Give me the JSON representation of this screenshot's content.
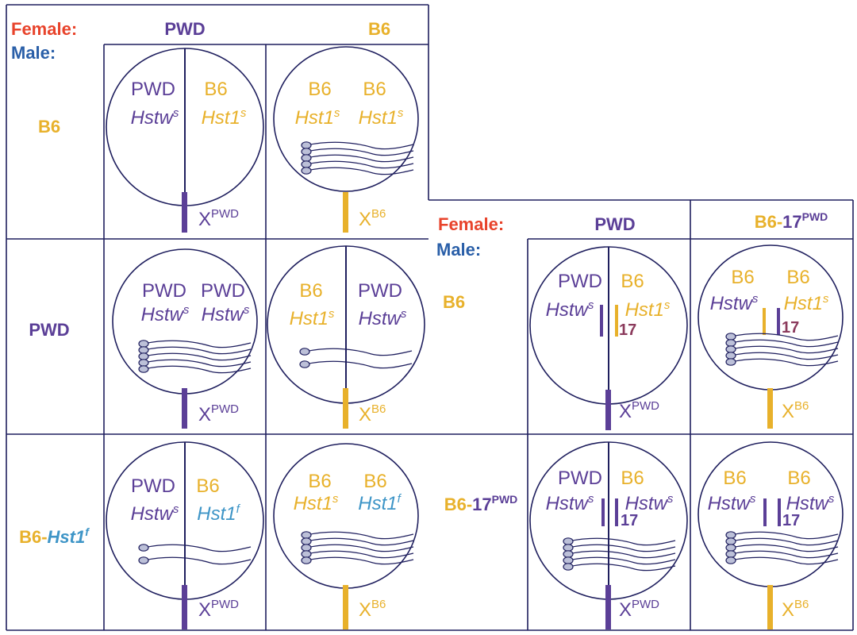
{
  "colors": {
    "female_label": "#e8432b",
    "male_label": "#2a5fa8",
    "pwd": "#5b3f97",
    "b6": "#e8b12b",
    "hst1f": "#3e95c7",
    "chr17": "#8b3a5c",
    "line": "#1f1f5e",
    "sperm_fill": "#bcc0d8"
  },
  "left_panel": {
    "female_label": "Female:",
    "male_label": "Male:",
    "female_columns": [
      "PWD",
      "B6"
    ],
    "male_rows": [
      {
        "text": "B6"
      },
      {
        "text": "PWD"
      },
      {
        "text_a": "B6",
        "text_b": "-",
        "text_c": "Hst1",
        "sup": "f"
      }
    ],
    "cells": [
      {
        "top_left": "PWD",
        "top_right": "B6",
        "gene_left": "Hstw",
        "gene_left_sup": "s",
        "gene_right": "Hst1",
        "gene_right_sup": "s",
        "x_label": "X",
        "x_sup": "PWD"
      },
      {
        "top_left": "B6",
        "top_right": "B6",
        "gene_left": "Hst1",
        "gene_left_sup": "s",
        "gene_right": "Hst1",
        "gene_right_sup": "s",
        "x_label": "X",
        "x_sup": "B6"
      },
      {
        "top_left": "PWD",
        "top_right": "PWD",
        "gene_left": "Hstw",
        "gene_left_sup": "s",
        "gene_right": "Hstw",
        "gene_right_sup": "s",
        "x_label": "X",
        "x_sup": "PWD"
      },
      {
        "top_left": "B6",
        "top_right": "PWD",
        "gene_left": "Hst1",
        "gene_left_sup": "s",
        "gene_right": "Hstw",
        "gene_right_sup": "s",
        "x_label": "X",
        "x_sup": "B6"
      },
      {
        "top_left": "PWD",
        "top_right": "B6",
        "gene_left": "Hstw",
        "gene_left_sup": "s",
        "gene_right": "Hst1",
        "gene_right_sup": "f",
        "x_label": "X",
        "x_sup": "PWD"
      },
      {
        "top_left": "B6",
        "top_right": "B6",
        "gene_left": "Hst1",
        "gene_left_sup": "s",
        "gene_right": "Hst1",
        "gene_right_sup": "f",
        "x_label": "X",
        "x_sup": "B6"
      }
    ]
  },
  "right_panel": {
    "female_label": "Female:",
    "male_label": "Male:",
    "female_columns": [
      {
        "text": "PWD"
      },
      {
        "text_a": "B6",
        "text_b": "-",
        "text_c": "17",
        "sup": "PWD"
      }
    ],
    "male_rows": [
      {
        "text": "B6"
      },
      {
        "text_a": "B6",
        "text_b": "-",
        "text_c": "17",
        "sup": "PWD"
      }
    ],
    "chr17_label": "17",
    "cells": [
      {
        "top_left": "PWD",
        "top_right": "B6",
        "gene_left": "Hstw",
        "gene_left_sup": "s",
        "gene_right": "Hst1",
        "gene_right_sup": "s",
        "x_label": "X",
        "x_sup": "PWD"
      },
      {
        "top_left": "B6",
        "top_right": "B6",
        "gene_left": "Hstw",
        "gene_left_sup": "s",
        "gene_right": "Hst1",
        "gene_right_sup": "s",
        "x_label": "X",
        "x_sup": "B6"
      },
      {
        "top_left": "PWD",
        "top_right": "B6",
        "gene_left": "Hstw",
        "gene_left_sup": "s",
        "gene_right": "Hstw",
        "gene_right_sup": "s",
        "x_label": "X",
        "x_sup": "PWD"
      },
      {
        "top_left": "B6",
        "top_right": "B6",
        "gene_left": "Hstw",
        "gene_left_sup": "s",
        "gene_right": "Hstw",
        "gene_right_sup": "s",
        "x_label": "X",
        "x_sup": "B6"
      }
    ]
  }
}
